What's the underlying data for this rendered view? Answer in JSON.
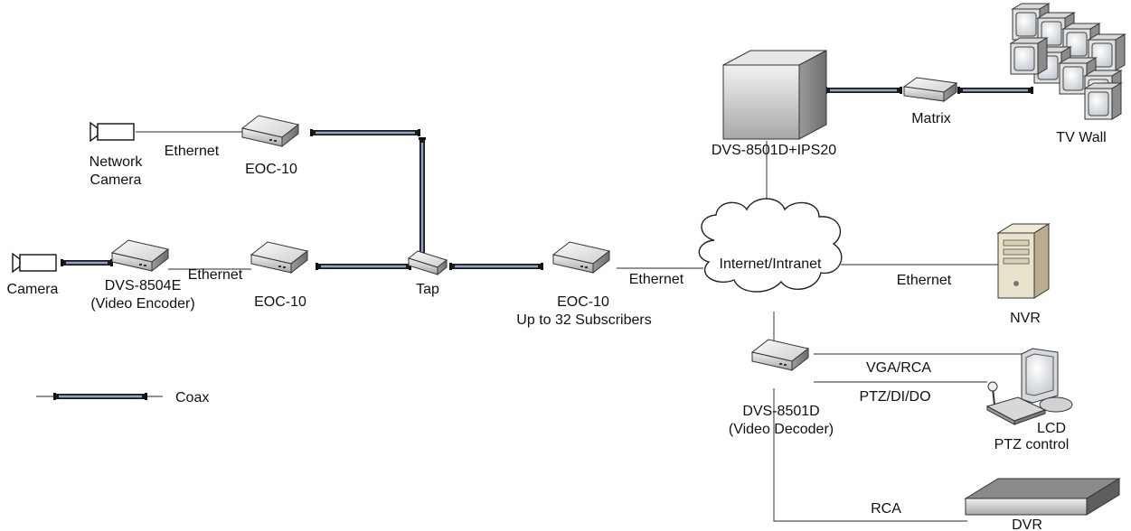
{
  "labels": {
    "network_camera_line1": "Network",
    "network_camera_line2": "Camera",
    "camera": "Camera",
    "ethernet_top": "Ethernet",
    "ethernet_mid": "Ethernet",
    "ethernet_right": "Ethernet",
    "ethernet_nvr": "Ethernet",
    "eoc10_top": "EOC-10",
    "eoc10_mid": "EOC-10",
    "eoc10_right": "EOC-10",
    "subscribers": "Up to 32 Subscribers",
    "dvs8504e": "DVS-8504E",
    "video_encoder": "(Video Encoder)",
    "tap": "Tap",
    "internet": "Internet/Intranet",
    "dvs8501d_ips20": "DVS-8501D+IPS20",
    "matrix": "Matrix",
    "tv_wall": "TV Wall",
    "nvr": "NVR",
    "dvs8501d": "DVS-8501D",
    "video_decoder": "(Video Decoder)",
    "vga_rca": "VGA/RCA",
    "ptz_di_do": "PTZ/DI/DO",
    "lcd": "LCD",
    "ptz_control": "PTZ control",
    "rca": "RCA",
    "dvr": "DVR"
  },
  "legend": {
    "coax": "Coax"
  },
  "colors": {
    "coax_outer": "#1a1a1a",
    "coax_inner": "#8fa3c4",
    "device_gray": "#c8c8c8",
    "wire": "#555555"
  }
}
